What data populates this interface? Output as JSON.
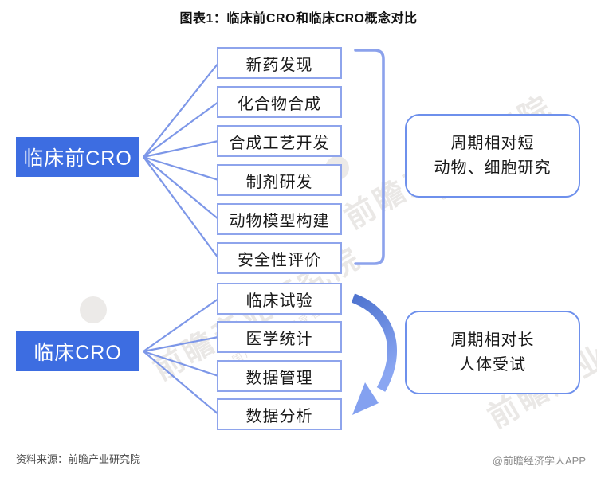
{
  "title": "图表1：临床前CRO和临床CRO概念对比",
  "groups": [
    {
      "label": "临床前CRO",
      "items": [
        "新药发现",
        "化合物合成",
        "合成工艺开发",
        "制剂研发",
        "动物模型构建",
        "安全性评价"
      ],
      "note_lines": [
        "周期相对短",
        "动物、细胞研究"
      ]
    },
    {
      "label": "临床CRO",
      "items": [
        "临床试验",
        "医学统计",
        "数据管理",
        "数据分析"
      ],
      "note_lines": [
        "周期相对长",
        "人体受试"
      ]
    }
  ],
  "footer": {
    "source": "资料来源：前瞻产业研究院",
    "credit": "@前瞻经济学人APP"
  },
  "watermark": {
    "text": "前瞻产业研究院",
    "subtext": "中国产业咨询领导者",
    "code": "839599"
  },
  "colors": {
    "group_label_bg": "#3d6de1",
    "item_border": "#8ea4ec",
    "note_border": "#6e90ec",
    "connector_line": "#7d97e8",
    "bracket": "#8ca2ec",
    "arrow_dark": "#4e73cf",
    "arrow_light": "#8aa6f2"
  }
}
